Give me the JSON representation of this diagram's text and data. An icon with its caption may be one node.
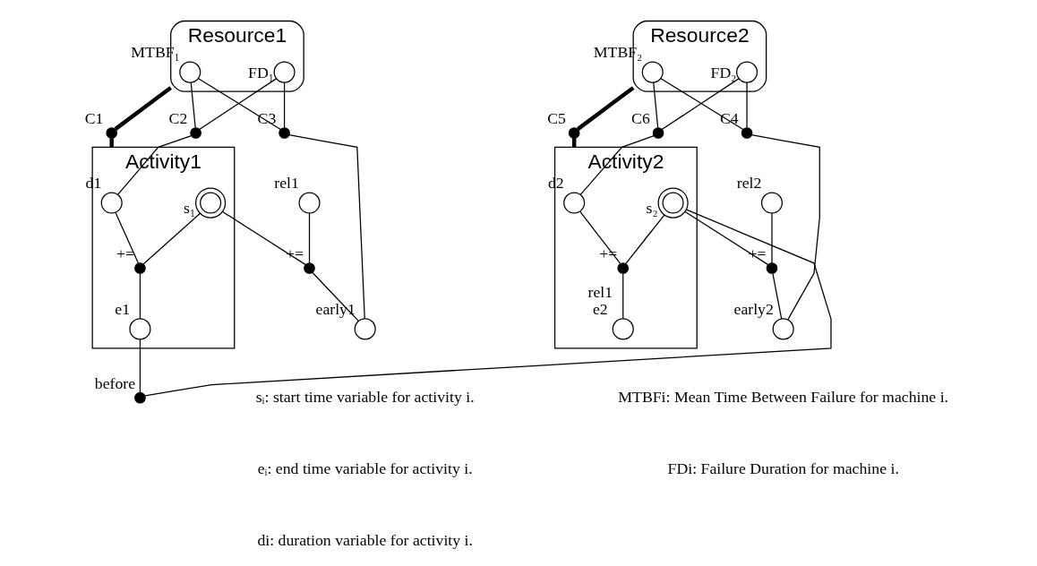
{
  "diagram": {
    "nodes": [
      {
        "text": [
          "Resource1"
        ]
      },
      {
        "text": [],
        "shape": "circle",
        "in": 0,
        "beside": [
          "MTBF₁"
        ]
      },
      {
        "text": [],
        "shape": "circle",
        "in": 0,
        "beside": [
          "FD₁"
        ]
      },
      {
        "text": [
          "Resource2"
        ]
      },
      {
        "text": [],
        "shape": "circle",
        "in": 3,
        "beside": [
          "MTBF₂"
        ]
      },
      {
        "text": [],
        "shape": "circle",
        "in": 3,
        "beside": [
          "FD₂"
        ]
      },
      {
        "text": [
          "Activity1"
        ]
      },
      {
        "text": [],
        "shape": "circle",
        "in": 6,
        "beside": [
          "d1"
        ]
      },
      {
        "text": [],
        "shape": "circle",
        "in": 6,
        "beside": [
          "+="
        ]
      },
      {
        "text": [],
        "shape": "circle",
        "in": 6,
        "beside": [
          "s₁"
        ]
      },
      {
        "text": [],
        "shape": "circle",
        "in": 6,
        "beside": [
          "e1"
        ]
      },
      {
        "text": [
          "Activity2"
        ]
      },
      {
        "text": [],
        "shape": "circle",
        "in": 11,
        "beside": [
          "d2"
        ]
      },
      {
        "text": [],
        "shape": "circle",
        "in": 11,
        "beside": [
          "+="
        ]
      },
      {
        "text": [],
        "shape": "circle",
        "in": 11,
        "beside": [
          "s₂"
        ]
      },
      {
        "text": [],
        "shape": "circle",
        "in": 11,
        "beside": [
          "rel1",
          "e2"
        ]
      },
      {
        "text": [],
        "shape": "circle",
        "beside": [
          "rel1"
        ]
      },
      {
        "text": [],
        "shape": "circle",
        "beside": [
          "+="
        ]
      },
      {
        "text": [],
        "shape": "circle",
        "beside": [
          "early1"
        ]
      },
      {
        "text": [],
        "shape": "circle",
        "beside": [
          "rel2"
        ]
      },
      {
        "text": [],
        "shape": "circle",
        "beside": [
          "+="
        ]
      },
      {
        "text": [],
        "shape": "circle",
        "beside": [
          "early2"
        ]
      },
      {
        "text": [],
        "shape": "circle",
        "beside": [
          "C1"
        ]
      },
      {
        "text": [],
        "shape": "circle",
        "beside": [
          "C2"
        ]
      },
      {
        "text": [],
        "shape": "circle",
        "beside": [
          "C3"
        ]
      },
      {
        "text": [],
        "shape": "circle",
        "beside": [
          "C4"
        ]
      },
      {
        "text": [],
        "shape": "circle",
        "beside": [
          "C5"
        ]
      },
      {
        "text": [],
        "shape": "circle",
        "beside": [
          "C6"
        ]
      },
      {
        "text": [],
        "shape": "circle",
        "beside": [
          "before"
        ]
      }
    ],
    "edges": [
      {
        "from": 0,
        "to": 22,
        "arrow": "none",
        "style": "thick"
      },
      {
        "from": 22,
        "to": 6,
        "arrow": "none",
        "style": "thick"
      },
      {
        "from": 1,
        "to": 23,
        "arrow": "none"
      },
      {
        "from": 2,
        "to": 23,
        "arrow": "none"
      },
      {
        "from": 23,
        "to": 7,
        "arrow": "none"
      },
      {
        "from": 1,
        "to": 24,
        "arrow": "none"
      },
      {
        "from": 2,
        "to": 24,
        "arrow": "none"
      },
      {
        "from": 24,
        "to": 18,
        "arrow": "none"
      },
      {
        "from": 7,
        "to": 8,
        "arrow": "none"
      },
      {
        "from": 9,
        "to": 8,
        "arrow": "none"
      },
      {
        "from": 8,
        "to": 10,
        "arrow": "none"
      },
      {
        "from": 16,
        "to": 17,
        "arrow": "none"
      },
      {
        "from": 17,
        "to": 9,
        "arrow": "none"
      },
      {
        "from": 17,
        "to": 18,
        "arrow": "none"
      },
      {
        "from": 10,
        "to": 28,
        "arrow": "none"
      },
      {
        "from": 28,
        "to": 14,
        "arrow": "none"
      },
      {
        "from": 4,
        "to": 25,
        "arrow": "none"
      },
      {
        "from": 5,
        "to": 25,
        "arrow": "none"
      },
      {
        "from": 25,
        "to": 21,
        "arrow": "none"
      },
      {
        "from": 4,
        "to": 27,
        "arrow": "none"
      },
      {
        "from": 5,
        "to": 27,
        "arrow": "none"
      },
      {
        "from": 27,
        "to": 12,
        "arrow": "none"
      },
      {
        "from": 3,
        "to": 26,
        "arrow": "none",
        "style": "thick"
      },
      {
        "from": 26,
        "to": 11,
        "arrow": "none",
        "style": "thick"
      },
      {
        "from": 12,
        "to": 13,
        "arrow": "none"
      },
      {
        "from": 14,
        "to": 13,
        "arrow": "none"
      },
      {
        "from": 13,
        "to": 15,
        "arrow": "none"
      },
      {
        "from": 19,
        "to": 20,
        "arrow": "none"
      },
      {
        "from": 20,
        "to": 14,
        "arrow": "none"
      },
      {
        "from": 20,
        "to": 21,
        "arrow": "none"
      }
    ],
    "labels": [
      "sᵢ: start time variable for activity i.",
      "eᵢ: end time variable for activity i.",
      "di: duration variable for activity i.",
      "MTBFi: Mean Time Between Failure for machine i.",
      "FDi: Failure Duration for machine i."
    ]
  }
}
